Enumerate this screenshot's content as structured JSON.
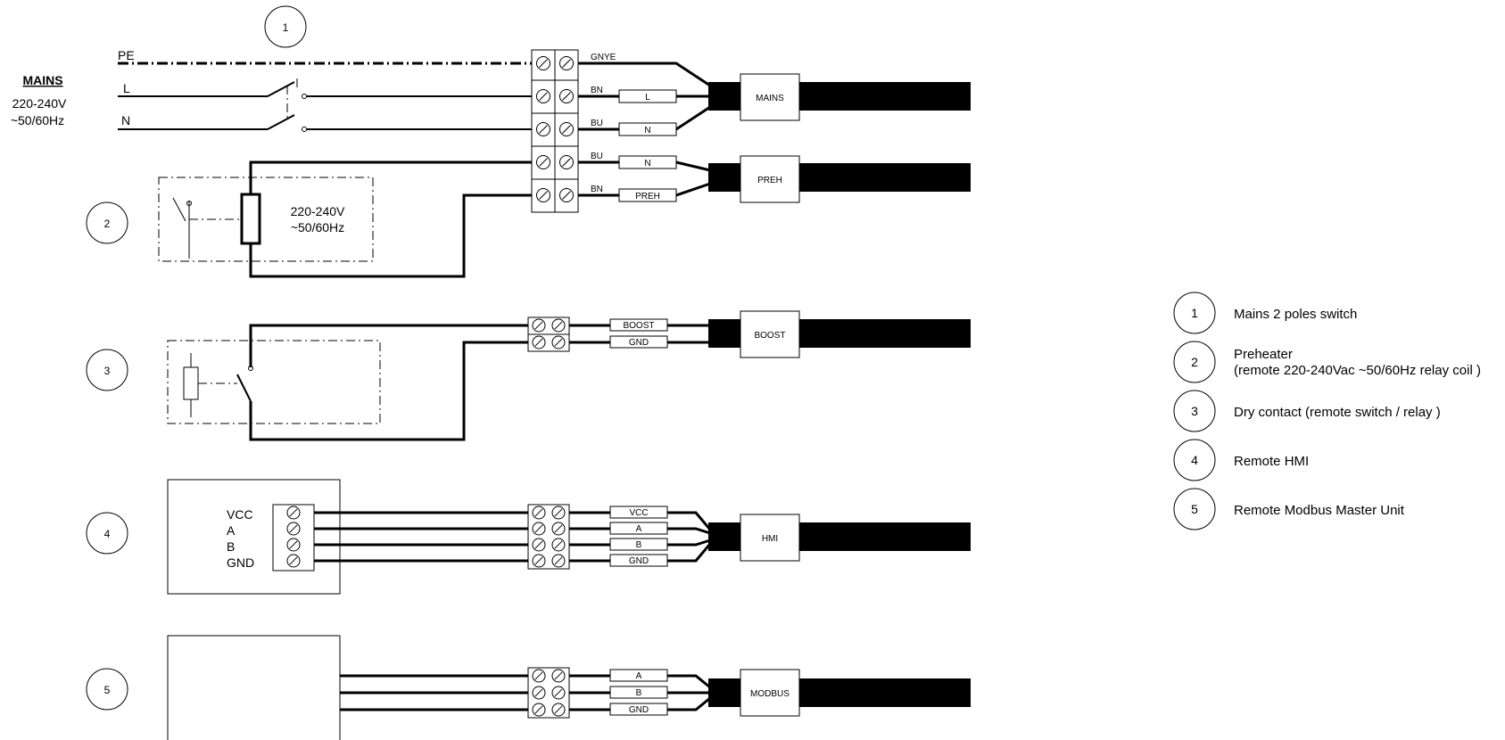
{
  "mains": {
    "title": "MAINS",
    "voltage": "220-240V",
    "freq": "~50/60Hz",
    "pe": "PE",
    "l": "L",
    "n": "N"
  },
  "preheater": {
    "voltage": "220-240V",
    "freq": "~50/60Hz"
  },
  "hmi_pins": [
    "VCC",
    "A",
    "B",
    "GND"
  ],
  "wires": {
    "mains": [
      "GNYE",
      "BN",
      "BU"
    ],
    "preh": [
      "BU",
      "BN"
    ]
  },
  "wire_tags": {
    "mains_l": "L",
    "mains_n": "N",
    "preh_n": "N",
    "preh_preh": "PREH",
    "boost_boost": "BOOST",
    "boost_gnd": "GND",
    "hmi": [
      "VCC",
      "A",
      "B",
      "GND"
    ],
    "modbus": [
      "A",
      "B",
      "GND"
    ]
  },
  "connectors": {
    "mains": "MAINS",
    "preh": "PREH",
    "boost": "BOOST",
    "hmi": "HMI",
    "modbus": "MODBUS"
  },
  "callouts": [
    "1",
    "2",
    "3",
    "4",
    "5"
  ],
  "legend": [
    {
      "num": "1",
      "text": "Mains 2 poles switch"
    },
    {
      "num": "2",
      "text": "Preheater",
      "text2": "(remote 220-240Vac ~50/60Hz relay coil )"
    },
    {
      "num": "3",
      "text": "Dry contact (remote switch / relay )"
    },
    {
      "num": "4",
      "text": "Remote HMI"
    },
    {
      "num": "5",
      "text": "Remote Modbus Master Unit"
    }
  ]
}
